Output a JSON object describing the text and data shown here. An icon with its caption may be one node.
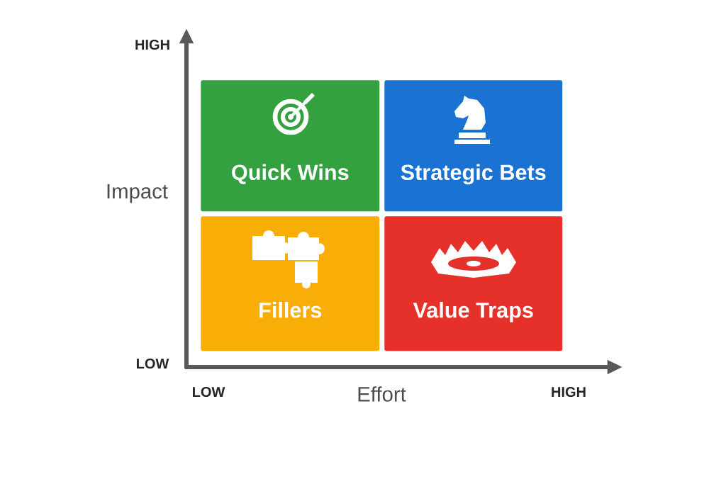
{
  "diagram": {
    "nodes": [
      {
        "text": [
          "Quick Wins"
        ]
      },
      {
        "text": [
          "Strategic Bets"
        ]
      },
      {
        "text": [
          "Fillers"
        ]
      },
      {
        "text": [
          "Value Traps"
        ]
      }
    ],
    "labels": [
      "HIGH",
      "Impact",
      "LOW",
      "LOW",
      "Effort",
      "HIGH"
    ]
  }
}
